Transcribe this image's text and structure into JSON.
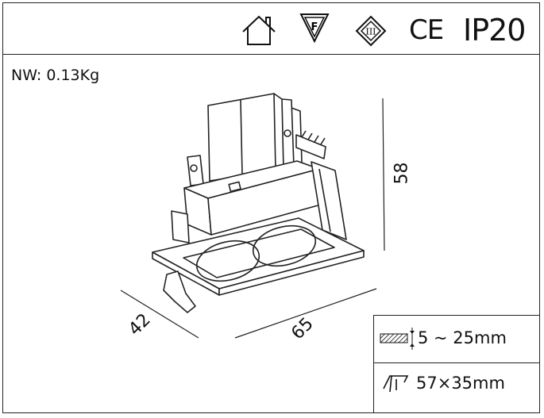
{
  "header": {
    "icons": [
      "house-icon",
      "f-mark-icon",
      "class-iii-icon"
    ],
    "f_mark_letter": "F",
    "class_label": "III",
    "ce_mark": "CE",
    "ip_rating": "IP20"
  },
  "net_weight": "NW: 0.13Kg",
  "dimensions": {
    "height": "58",
    "depth": "42",
    "width": "65"
  },
  "specs": {
    "ceiling_thickness": "5 ~ 25mm",
    "cutout": "57×35mm"
  }
}
